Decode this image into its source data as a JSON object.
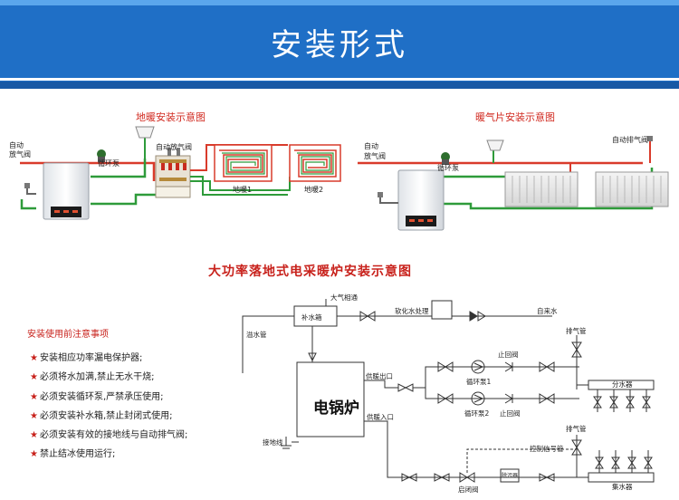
{
  "header": {
    "title": "安装形式"
  },
  "floor_heating": {
    "caption": "地暖安装示意图",
    "auto_vent_left": [
      "自动",
      "放气阀"
    ],
    "pump": "循环泵",
    "auto_vent_manifold": "自动放气阀",
    "loop1": "地暖1",
    "loop2": "地暖2"
  },
  "radiator": {
    "caption": "暖气片安装示意图",
    "auto_vent_left": [
      "自动",
      "放气阀"
    ],
    "pump": "循环泵",
    "auto_vent_right": "自动排气阀"
  },
  "system": {
    "title": "大功率落地式电采暖炉安装示意图",
    "atmosphere": "大气相通",
    "makeup_tank": "补水箱",
    "softening": "软化水处理",
    "tap_water": "自来水",
    "overflow": "溢水管",
    "vent_pipe_top": "排气管",
    "check_valve_top": "止回阀",
    "heat_outlet": "供暖出口",
    "pump1": "循环泵1",
    "pump2": "循环泵2",
    "check_valve_bottom": "止回阀",
    "boiler": "电锅炉",
    "heat_inlet": "供暖入口",
    "supply_manifold": "分水器",
    "vent_pipe_mid": "排气管",
    "control_signal": "控制信号管",
    "ground": "接地线",
    "return_manifold": "集水器",
    "start_valve": "启闭阀",
    "filter": "除污器"
  },
  "notes": {
    "title": "安装使用前注意事项",
    "star": "★",
    "items": [
      "安装相应功率漏电保护器;",
      "必须将水加满,禁止无水干烧;",
      "必须安装循环泵,严禁承压使用;",
      "必须安装补水箱,禁止封闭式使用;",
      "必须安装有效的接地线与自动排气阀;",
      "禁止结冰使用运行;"
    ]
  },
  "colors": {
    "banner": "#1f6fc6",
    "red_caption": "#d12a20",
    "pipe_hot": "#d93b2b",
    "pipe_cold": "#2e9b3a"
  }
}
